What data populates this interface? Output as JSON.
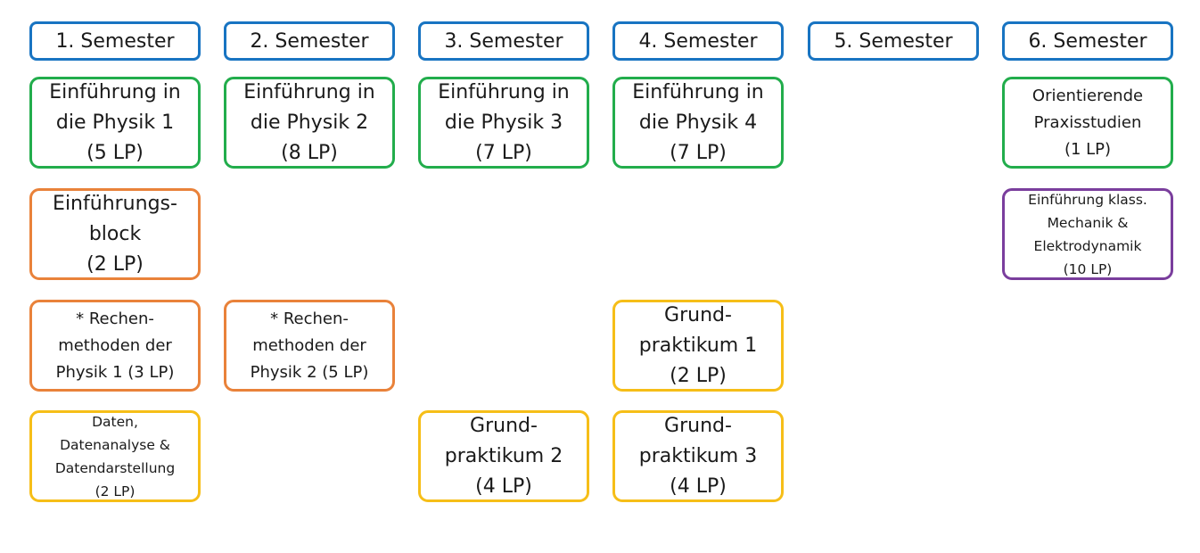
{
  "semesters": [
    "1. Semester",
    "2. Semester",
    "3. Semester",
    "4. Semester",
    "5. Semester",
    "6. Semester"
  ],
  "modules": {
    "einf_physik_1": [
      "Einführung in",
      "die Physik 1",
      "(5 LP)"
    ],
    "einf_physik_2": [
      "Einführung in",
      "die Physik 2",
      "(8 LP)"
    ],
    "einf_physik_3": [
      "Einführung in",
      "die Physik 3",
      "(7 LP)"
    ],
    "einf_physik_4": [
      "Einführung in",
      "die Physik 4",
      "(7 LP)"
    ],
    "orientierende_praxisstudien": [
      "Orientierende",
      "Praxisstudien",
      "(1 LP)"
    ],
    "einfuehrungsblock": [
      "Einführungs-",
      "block",
      "(2 LP)"
    ],
    "einf_mechanik_elektrodynamik": [
      "Einführung klass.",
      "Mechanik &",
      "Elektrodynamik",
      "(10 LP)"
    ],
    "rechenmethoden_1": [
      "* Rechen-",
      "methoden der",
      "Physik 1 (3 LP)"
    ],
    "rechenmethoden_2": [
      "* Rechen-",
      "methoden der",
      "Physik 2 (5 LP)"
    ],
    "grundpraktikum_1": [
      "Grund-",
      "praktikum 1",
      "(2 LP)"
    ],
    "daten": [
      "Daten,",
      "Datenanalyse &",
      "Datendarstellung",
      "(2 LP)"
    ],
    "grundpraktikum_2": [
      "Grund-",
      "praktikum 2",
      "(4 LP)"
    ],
    "grundpraktikum_3": [
      "Grund-",
      "praktikum 3",
      "(4 LP)"
    ]
  }
}
